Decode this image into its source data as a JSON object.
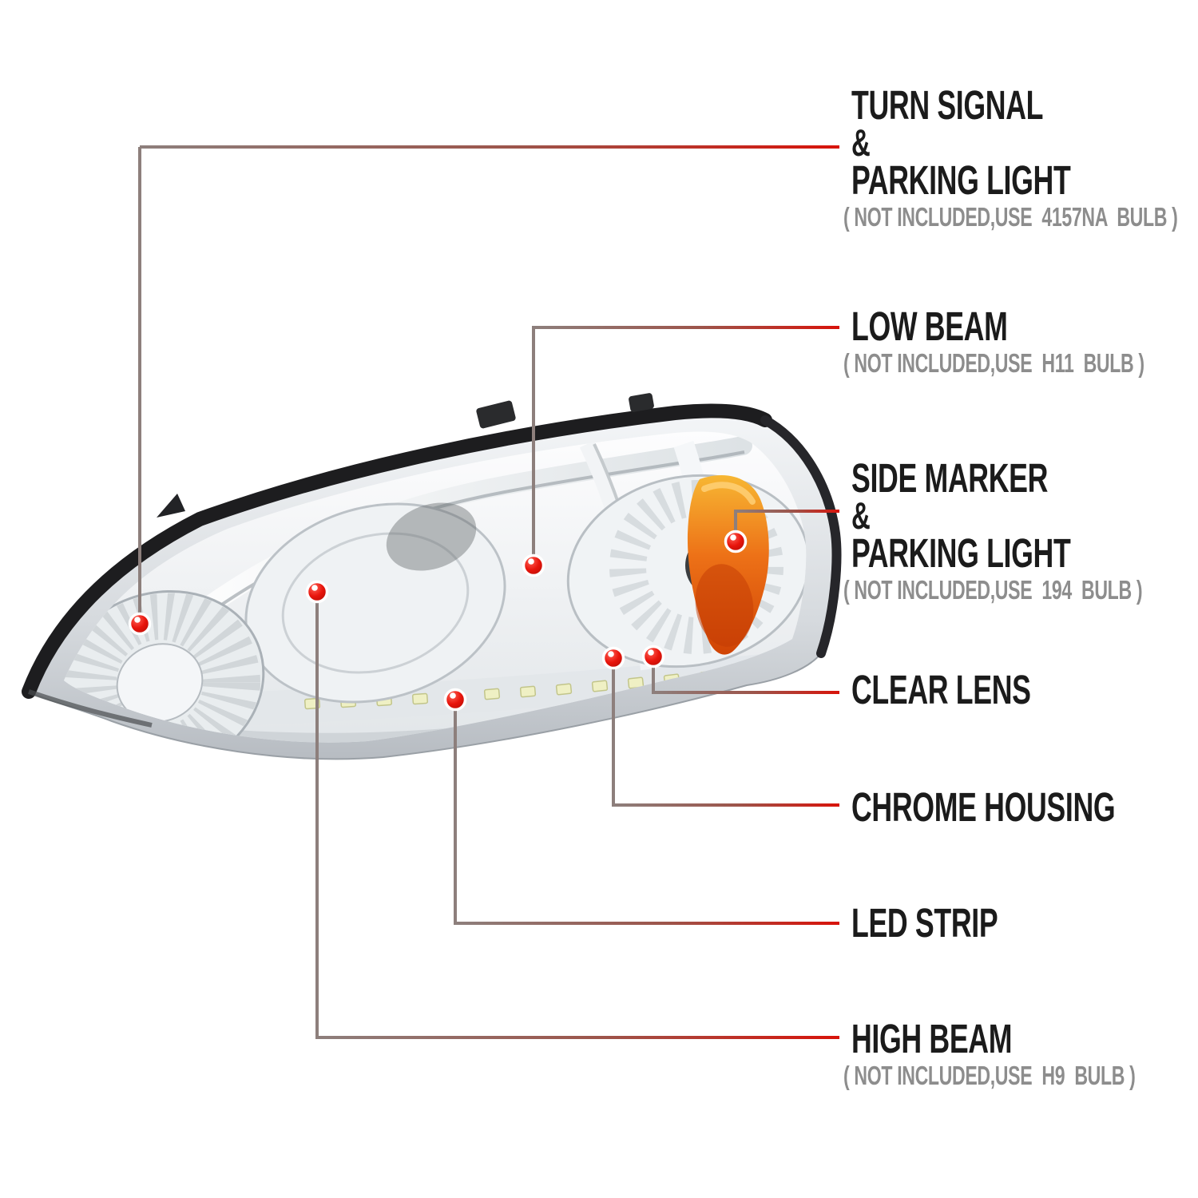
{
  "page": {
    "background": "#ffffff",
    "accent_red": "#d8130a",
    "line_gray": "#8d7f7c",
    "label_color": "#1b1b1b",
    "note_color": "#8d8d8d",
    "marker_color": "#e8150c",
    "amber_color": "#ed7117",
    "chrome_color": "#d6dade"
  },
  "diagram": {
    "illustration": "chrome headlight assembly with amber side marker, left front view",
    "callouts": {
      "turn_signal": {
        "title1": "TURN SIGNAL",
        "amp": "&",
        "title2": "PARKING LIGHT",
        "note": "( NOT INCLUDED,USE  4157NA  BULB )"
      },
      "low_beam": {
        "title1": "LOW BEAM",
        "note": "( NOT INCLUDED,USE  H11  BULB )"
      },
      "side_marker": {
        "title1": "SIDE MARKER",
        "amp": "&",
        "title2": "PARKING LIGHT",
        "note": "( NOT INCLUDED,USE  194  BULB )"
      },
      "clear_lens": {
        "title1": "CLEAR LENS"
      },
      "chrome_housing": {
        "title1": "CHROME HOUSING"
      },
      "led_strip": {
        "title1": "LED STRIP"
      },
      "high_beam": {
        "title1": "HIGH BEAM",
        "note": "( NOT INCLUDED,USE  H9  BULB )"
      }
    }
  }
}
